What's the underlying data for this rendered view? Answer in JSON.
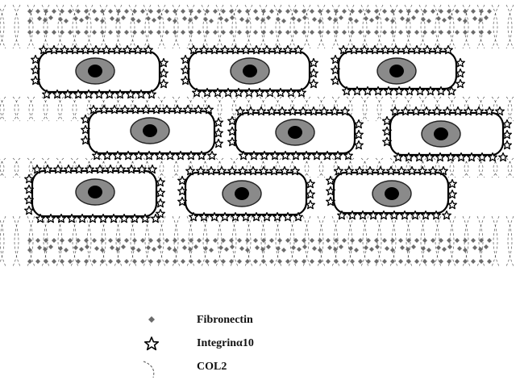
{
  "diagram": {
    "legend": [
      {
        "key": "fibronectin",
        "label": "Fibronectin",
        "symbol": "diamond",
        "color": "#6b6b6b"
      },
      {
        "key": "integrin",
        "label": "Integrinα10",
        "symbol": "star",
        "color": "#000000"
      },
      {
        "key": "col2",
        "label": "COL2",
        "symbol": "dashed-arc",
        "color": "#555555"
      }
    ],
    "cells": {
      "count": 9,
      "rows": 3,
      "membrane_color": "#000000",
      "nucleus_color": "#8a8a8a",
      "nucleolus_color": "#000000"
    }
  }
}
